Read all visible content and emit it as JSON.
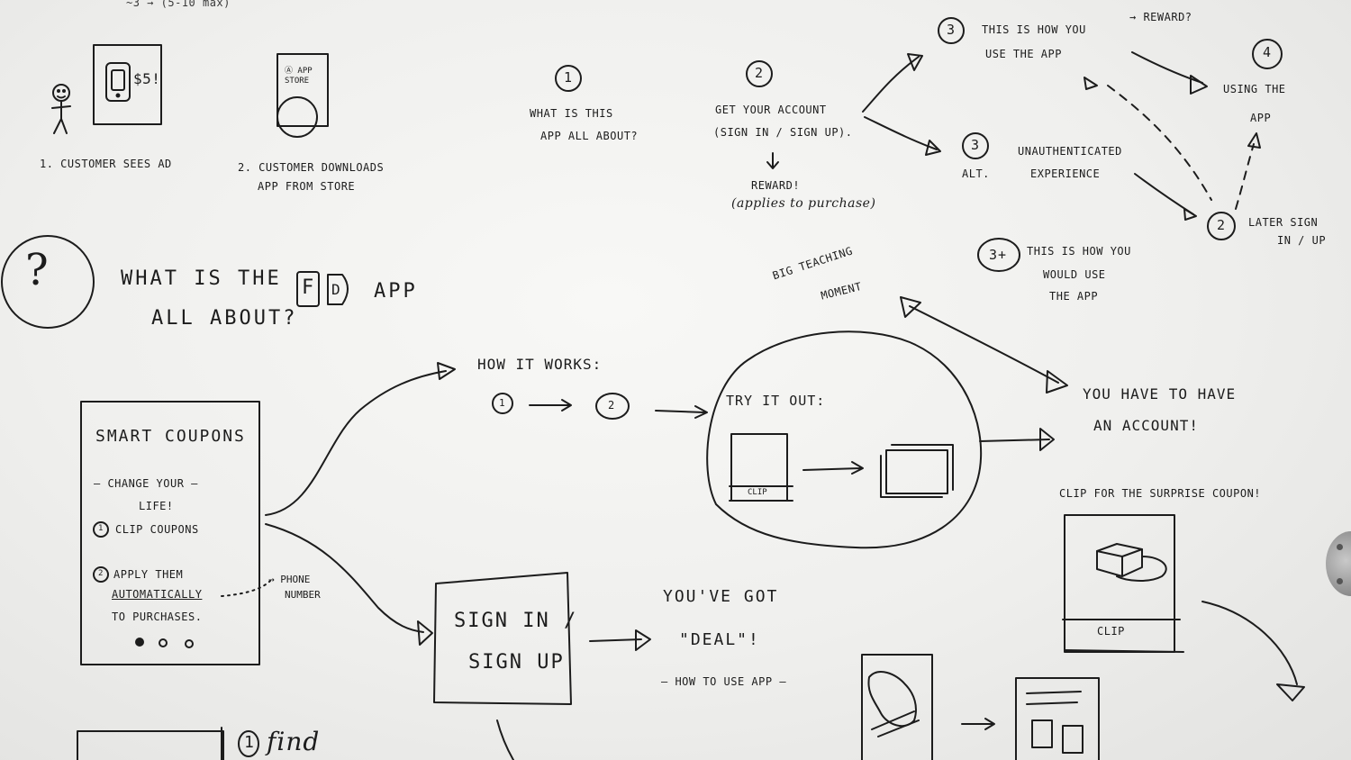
{
  "colors": {
    "board": "#f1f1ef",
    "ink": "#1c1c1c",
    "bracket": "#8a8a8a"
  },
  "icons": [
    "stick-figure-icon",
    "phone-icon",
    "question-mark-icon",
    "fd-logo-icon",
    "coupon-box-icon",
    "card-stack-icon"
  ],
  "storyboard": {
    "counter": "~3 → (5-10 max)",
    "ad_panel_price": "$5!",
    "store_panel_label": "Ⓐ APP STORE",
    "step1_caption": "1. CUSTOMER SEES AD",
    "step2_caption_line1": "2. CUSTOMER DOWNLOADS",
    "step2_caption_line2": "APP FROM STORE"
  },
  "flow": {
    "n1": "1",
    "n1_line1": "WHAT IS THIS",
    "n1_line2": "APP ALL ABOUT?",
    "n2": "2",
    "n2_line1": "GET YOUR ACCOUNT",
    "n2_line2": "(SIGN IN / SIGN UP).",
    "reward": "REWARD!",
    "reward_note": "(applies to purchase)",
    "n3": "3",
    "n3_line1": "THIS IS HOW YOU",
    "n3_line2": "USE THE APP",
    "n3_reward": "→ REWARD?",
    "n3alt": "3",
    "n3alt_tag": "ALT.",
    "n3alt_line1": "UNAUTHENTICATED",
    "n3alt_line2": "EXPERIENCE",
    "n4": "4",
    "n4_line1": "USING THE",
    "n4_line2": "APP",
    "later": "2",
    "later_line1": "LATER SIGN",
    "later_line2": "IN / UP",
    "n3plus": "3+",
    "n3plus_line1": "THIS IS HOW YOU",
    "n3plus_line2": "WOULD USE",
    "n3plus_line3": "THE APP"
  },
  "main": {
    "question": "?",
    "title_part1": "WHAT IS THE",
    "title_f": "F",
    "title_d": "D",
    "title_part2": "APP",
    "title_line2": "ALL ABOUT?",
    "phone_title": "SMART COUPONS",
    "phone_tagline1": "– CHANGE YOUR –",
    "phone_tagline2": "LIFE!",
    "phone_step1_num": "1",
    "phone_step1": "CLIP COUPONS",
    "phone_step2_num": "2",
    "phone_step2a": "APPLY THEM",
    "phone_step2b": "AUTOMATICALLY",
    "phone_step2c": "TO PURCHASES.",
    "phone_number_note1": "→ PHONE",
    "phone_number_note2": "NUMBER",
    "how_it_works": "HOW IT WORKS:",
    "hiw_n1": "1",
    "hiw_n2": "2",
    "try_it_out": "TRY IT OUT:",
    "clip_small": "CLIP",
    "teaching1": "BIG TEACHING",
    "teaching2": "MOMENT",
    "account1": "YOU HAVE TO HAVE",
    "account2": "AN ACCOUNT!",
    "surprise": "CLIP FOR THE SURPRISE COUPON!",
    "clip_button": "CLIP",
    "signin1": "SIGN IN /",
    "signin2": "SIGN UP",
    "deal1": "YOU'VE GOT",
    "deal2": "\"DEAL\"!",
    "deal3": "– HOW TO USE APP –",
    "find_num": "1",
    "find": "find"
  }
}
